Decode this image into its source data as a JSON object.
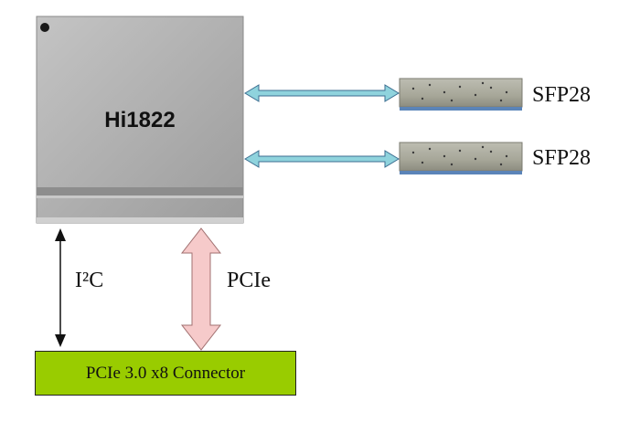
{
  "chip": {
    "label": "Hi1822"
  },
  "ports": [
    {
      "label": "SFP28"
    },
    {
      "label": "SFP28"
    }
  ],
  "buses": {
    "i2c_label": "I²C",
    "pcie_label": "PCIe"
  },
  "connector": {
    "label": "PCIe 3.0 x8 Connector"
  },
  "colors": {
    "connector_fill": "#99cc00",
    "sfp_arrow": "#8fd3dd",
    "pcie_arrow": "#f6caca",
    "chip_fill": "#a9a9a9"
  }
}
